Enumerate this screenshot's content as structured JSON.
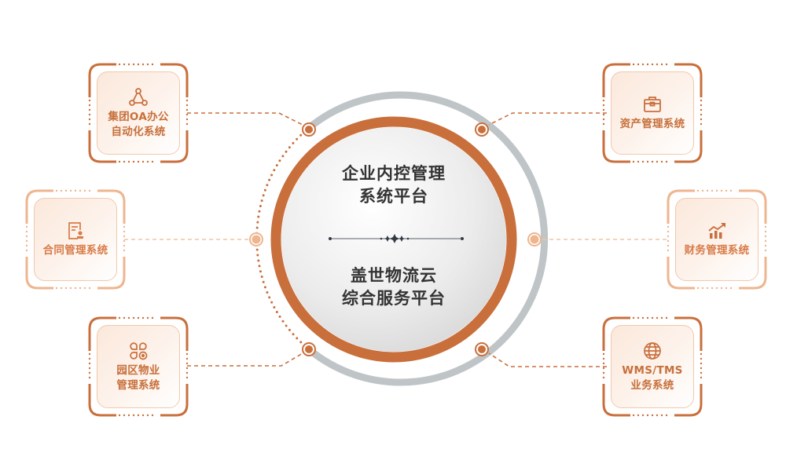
{
  "center": {
    "title_line1": "企业内控管理",
    "title_line2": "系统平台",
    "subtitle_line1": "盖世物流云",
    "subtitle_line2": "综合服务平台"
  },
  "modules": [
    {
      "id": "oa",
      "line1": "集团OA办公",
      "line2": "自动化系统",
      "icon": "network-nodes-icon"
    },
    {
      "id": "contract",
      "line1": "合同管理系统",
      "line2": "",
      "icon": "contract-document-icon"
    },
    {
      "id": "property",
      "line1": "园区物业",
      "line2": "管理系统",
      "icon": "clover-grid-icon"
    },
    {
      "id": "asset",
      "line1": "资产管理系统",
      "line2": "",
      "icon": "briefcase-icon"
    },
    {
      "id": "finance",
      "line1": "财务管理系统",
      "line2": "",
      "icon": "growth-chart-icon"
    },
    {
      "id": "wms",
      "line1": "WMS/TMS",
      "line2": "业务系统",
      "icon": "globe-icon"
    }
  ],
  "colors": {
    "accent": "#c96f3c",
    "accent_light": "#eeb58f",
    "ring_gray": "#bfc4c7",
    "text_dark": "#333333"
  }
}
